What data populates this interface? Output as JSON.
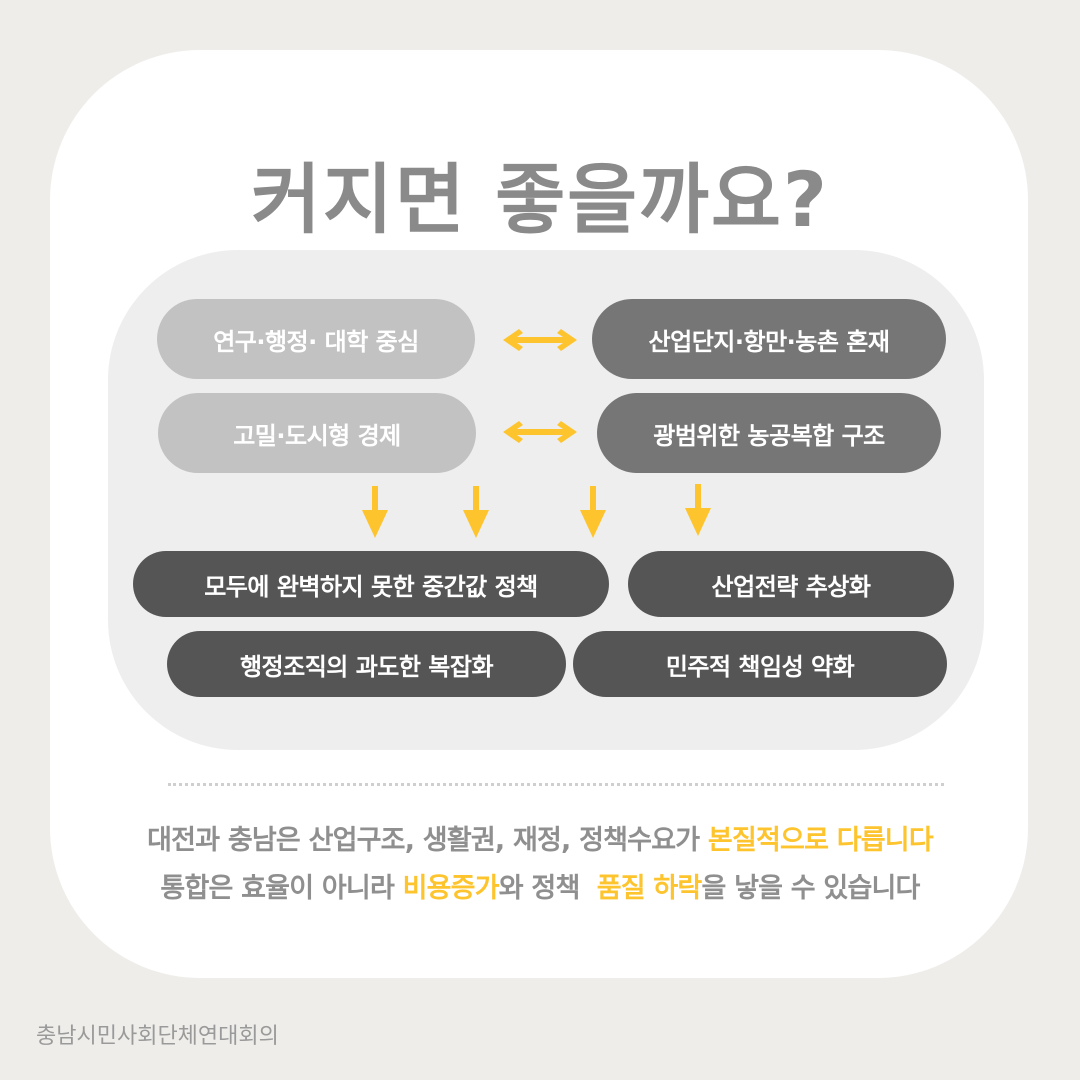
{
  "title": "커지면 좋을까요?",
  "panel": {
    "top_left": [
      "연구·행정· 대학 중심",
      "고밀·도시형 경제"
    ],
    "top_right": [
      "산업단지·항만·농촌 혼재",
      "광범위한 농공복합 구조"
    ],
    "arrows": {
      "horizontal": "double-headed-arrow",
      "vertical_count": 4,
      "color": "#fdc42e"
    },
    "outcomes": [
      "모두에 완벽하지 못한 중간값 정책",
      "산업전략 추상화",
      "행정조직의 과도한 복잡화",
      "민주적 책임성 약화"
    ]
  },
  "summary": {
    "line1_prefix": "대전과 충남은 산업구조, 생활권, 재정, 정책수요가 ",
    "line1_highlight": "본질적으로 다릅니다",
    "line2_part1": "통합은 효율이 아니라 ",
    "line2_highlight1": "비용증가",
    "line2_part2": "와 정책  ",
    "line2_highlight2": "품질 하락",
    "line2_part3": "을 낳을 수 있습니다"
  },
  "footer": "충남시민사회단체연대회의",
  "colors": {
    "background": "#eeedea",
    "card": "#ffffff",
    "panel": "#eeeeee",
    "accent": "#fdc42e",
    "title": "#8a8a8a",
    "pill_light": "#c2c2c2",
    "pill_mid": "#767676",
    "pill_dark": "#555555"
  }
}
